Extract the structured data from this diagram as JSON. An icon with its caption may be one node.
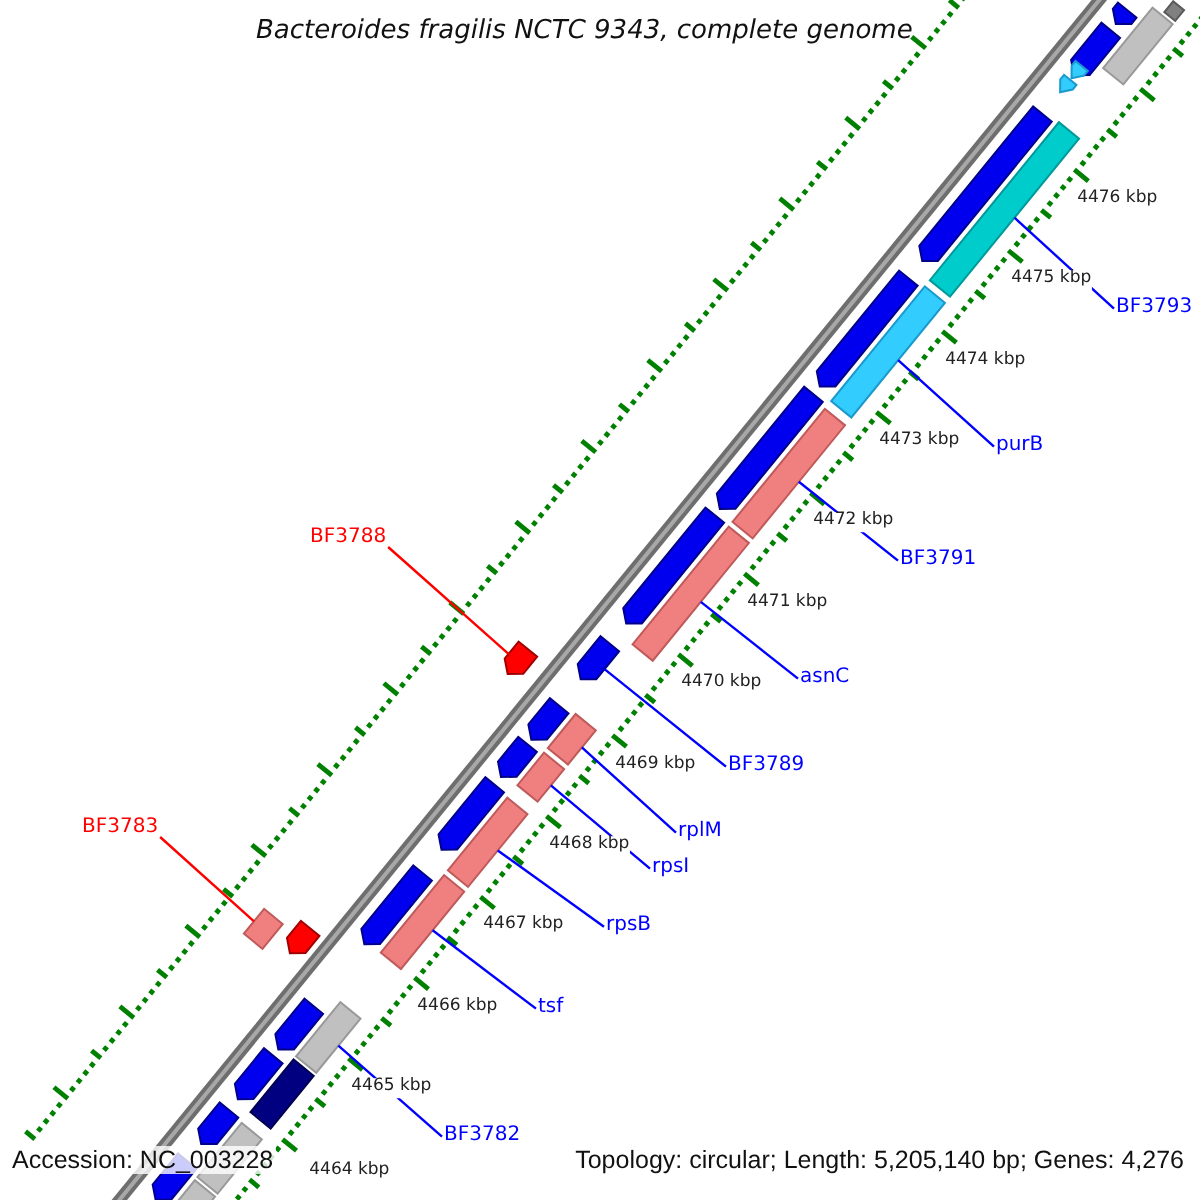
{
  "diagram": {
    "title": "Bacteroides fragilis NCTC 9343, complete genome",
    "nodes": [
      {
        "text": [
          "BF3793"
        ]
      },
      {
        "text": [
          "purB"
        ]
      },
      {
        "text": [
          "BF3788"
        ]
      },
      {
        "text": [
          "BF3791"
        ]
      },
      {
        "text": [
          "asnC"
        ]
      },
      {
        "text": [
          "BF3789"
        ]
      },
      {
        "text": [
          "rplM"
        ]
      },
      {
        "text": [
          "rpsI"
        ]
      },
      {
        "text": [
          "BF3783"
        ]
      },
      {
        "text": [
          "rpsB"
        ]
      },
      {
        "text": [
          "tsf"
        ]
      },
      {
        "text": [
          "BF3782"
        ]
      },
      {
        "text": [],
        "shape": "bar"
      },
      {
        "text": [],
        "shape": "pentagon"
      },
      {
        "text": [],
        "shape": "bar"
      },
      {
        "text": [],
        "shape": "pentagon"
      },
      {
        "text": [],
        "shape": "pentagon"
      },
      {
        "text": [],
        "shape": "pentagon"
      },
      {
        "text": [],
        "shape": "bar"
      },
      {
        "text": [],
        "shape": "pentagon"
      },
      {
        "text": [],
        "shape": "bar"
      },
      {
        "text": [],
        "shape": "pentagon"
      },
      {
        "text": [],
        "shape": "pentagon"
      },
      {
        "text": [],
        "shape": "bar"
      },
      {
        "text": [],
        "shape": "bar"
      },
      {
        "text": [],
        "shape": "pentagon"
      },
      {
        "text": [],
        "shape": "pentagon"
      },
      {
        "text": [],
        "shape": "pentagon"
      },
      {
        "text": [],
        "shape": "bar"
      },
      {
        "text": [],
        "shape": "pentagon"
      },
      {
        "text": [],
        "shape": "bar"
      },
      {
        "text": [],
        "shape": "pentagon"
      },
      {
        "text": [],
        "shape": "pentagon"
      },
      {
        "text": [],
        "shape": "bar"
      },
      {
        "text": [],
        "shape": "bar"
      },
      {
        "text": [],
        "shape": "pentagon"
      },
      {
        "text": [],
        "shape": "pentagon"
      },
      {
        "text": [],
        "shape": "bar"
      },
      {
        "text": [],
        "shape": "bar"
      },
      {
        "text": [],
        "shape": "pentagon"
      },
      {
        "text": [],
        "shape": "bar"
      },
      {
        "text": [],
        "shape": "pentagon"
      },
      {
        "text": [],
        "shape": "pentagon"
      },
      {
        "text": [],
        "shape": "bar"
      },
      {
        "text": [],
        "shape": "pentagon"
      },
      {
        "text": [],
        "shape": "bar"
      }
    ],
    "edges": [
      {
        "from": 0,
        "to": 18,
        "arrow": "none"
      },
      {
        "from": 1,
        "to": 20,
        "arrow": "none"
      },
      {
        "from": 2,
        "to": 27,
        "arrow": "none",
        "color": "#ff0000"
      },
      {
        "from": 3,
        "to": 23,
        "arrow": "none"
      },
      {
        "from": 4,
        "to": 24,
        "arrow": "none"
      },
      {
        "from": 5,
        "to": 26,
        "arrow": "none"
      },
      {
        "from": 6,
        "to": 28,
        "arrow": "none"
      },
      {
        "from": 7,
        "to": 30,
        "arrow": "none"
      },
      {
        "from": 8,
        "to": 37,
        "arrow": "none",
        "color": "#ff0000"
      },
      {
        "from": 9,
        "to": 33,
        "arrow": "none"
      },
      {
        "from": 10,
        "to": 34,
        "arrow": "none"
      },
      {
        "from": 11,
        "to": 38,
        "arrow": "none"
      }
    ],
    "labels": [
      "4476 kbp",
      "4475 kbp",
      "4474 kbp",
      "4473 kbp",
      "4472 kbp",
      "4471 kbp",
      "4470 kbp",
      "4469 kbp",
      "4468 kbp",
      "4467 kbp",
      "4466 kbp",
      "4465 kbp",
      "4464 kbp",
      "Accession: NC_003228",
      "Topology: circular; Length: 5,205,140 bp; Genes: 4,276"
    ]
  }
}
